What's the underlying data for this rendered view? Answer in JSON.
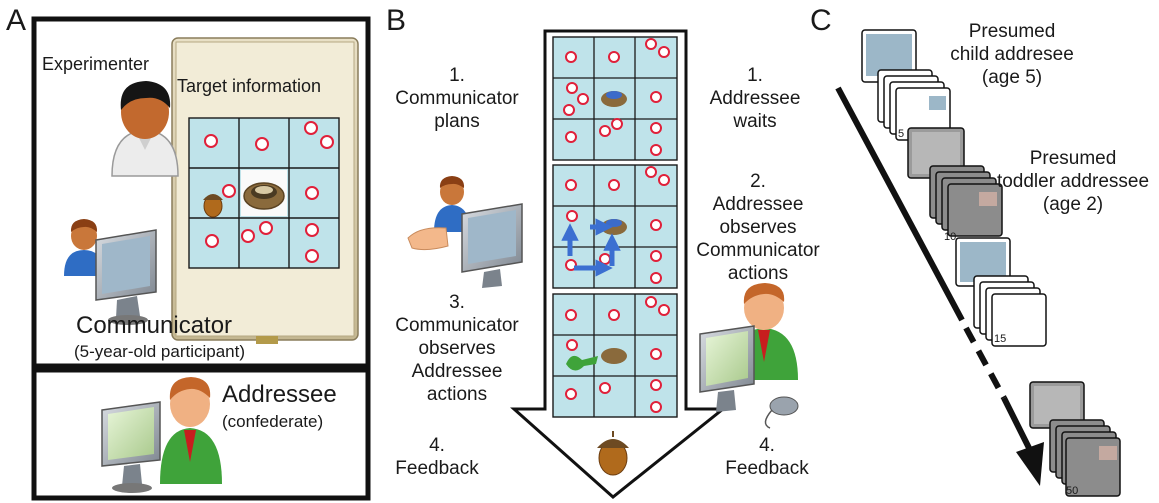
{
  "panels": {
    "a": {
      "letter": "A"
    },
    "b": {
      "letter": "B"
    },
    "c": {
      "letter": "C"
    }
  },
  "panel_a": {
    "experimenter_label": "Experimenter",
    "target_label": "Target information",
    "communicator_label": "Communicator",
    "communicator_sub": "(5-year-old participant)",
    "addressee_label": "Addressee",
    "addressee_sub": "(confederate)"
  },
  "panel_b": {
    "steps_left": [
      "1.\nCommunicator\nplans",
      "3.\nCommunicator\nobserves\nAddressee\nactions",
      "4.\nFeedback"
    ],
    "steps_right": [
      "1.\nAddressee\nwaits",
      "2.\nAddressee\nobserves\nCommunicator\nactions",
      "4.\nFeedback"
    ]
  },
  "panel_c": {
    "child_label": "Presumed\nchild addresee\n(age 5)",
    "toddler_label": "Presumed\ntoddler addressee\n(age 2)",
    "card_numbers": [
      "5",
      "10",
      "15",
      "50"
    ]
  },
  "colors": {
    "grid_fill": "#bfe3ea",
    "ring_stroke": "#e0203a",
    "arrow_blue": "#3b6fd1",
    "skin": "#c9773a",
    "shirt_green": "#3fa33a",
    "shirt_blue": "#2f6dc4"
  }
}
